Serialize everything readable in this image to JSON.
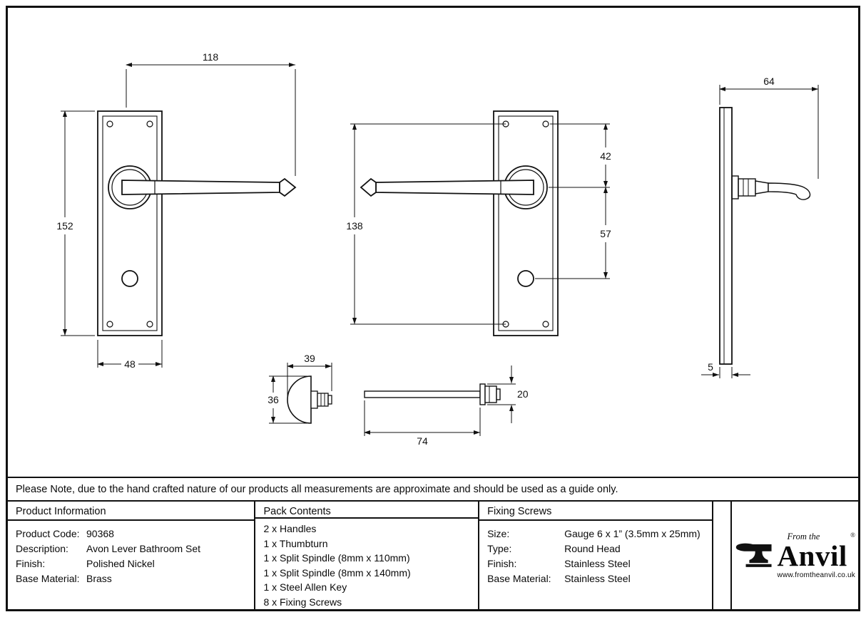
{
  "note": "Please Note, due to the hand crafted nature of our products all measurements are approximate and should be used as a guide only.",
  "sections": {
    "product_information": {
      "title": "Product Information",
      "rows": [
        {
          "label": "Product Code:",
          "value": "90368"
        },
        {
          "label": "Description:",
          "value": "Avon Lever Bathroom Set"
        },
        {
          "label": "Finish:",
          "value": "Polished Nickel"
        },
        {
          "label": "Base Material:",
          "value": "Brass"
        }
      ]
    },
    "pack_contents": {
      "title": "Pack Contents",
      "items": [
        "2 x Handles",
        "1 x Thumbturn",
        "1 x Split Spindle (8mm x 110mm)",
        "1 x Split Spindle (8mm x 140mm)",
        "1 x Steel Allen Key",
        "8 x Fixing Screws"
      ]
    },
    "fixing_screws": {
      "title": "Fixing Screws",
      "rows": [
        {
          "label": "Size:",
          "value": "Gauge 6 x 1” (3.5mm x 25mm)"
        },
        {
          "label": "Type:",
          "value": "Round Head"
        },
        {
          "label": "Finish:",
          "value": "Stainless Steel"
        },
        {
          "label": "Base Material:",
          "value": "Stainless Steel"
        }
      ]
    }
  },
  "brand": {
    "from_the": "From the",
    "reg": "®",
    "name": "Anvil",
    "website": "www.fromtheanvil.co.uk"
  },
  "dimensions": {
    "handle_length": "118",
    "plate_height": "152",
    "plate_width": "48",
    "fixing_centres": "138",
    "top_to_lever": "42",
    "lever_to_turn": "57",
    "projection": "64",
    "plate_thickness": "5",
    "thumbturn_width": "39",
    "thumbturn_height": "36",
    "spindle_length": "74",
    "spindle_head_height": "20"
  }
}
